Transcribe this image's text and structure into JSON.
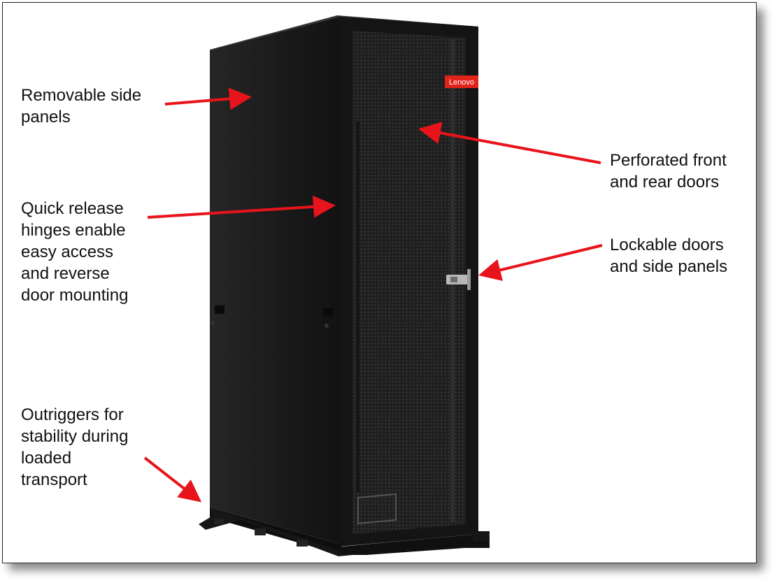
{
  "brand": {
    "logo_text": "Lenovo",
    "logo_color": "#e2231a"
  },
  "callouts": {
    "side_panels": [
      "Removable side",
      "panels"
    ],
    "doors": [
      "Perforated front",
      "and rear doors"
    ],
    "hinges": [
      "Quick release",
      "hinges enable",
      "easy access",
      "and reverse",
      "door mounting"
    ],
    "locks": [
      "Lockable doors",
      "and side panels"
    ],
    "outriggers": [
      "Outriggers for",
      "stability during",
      "loaded",
      "transport"
    ]
  },
  "colors": {
    "arrow": "#e8141b",
    "rack": "#1c1c1c",
    "door_mesh": "#2a2a2a"
  }
}
